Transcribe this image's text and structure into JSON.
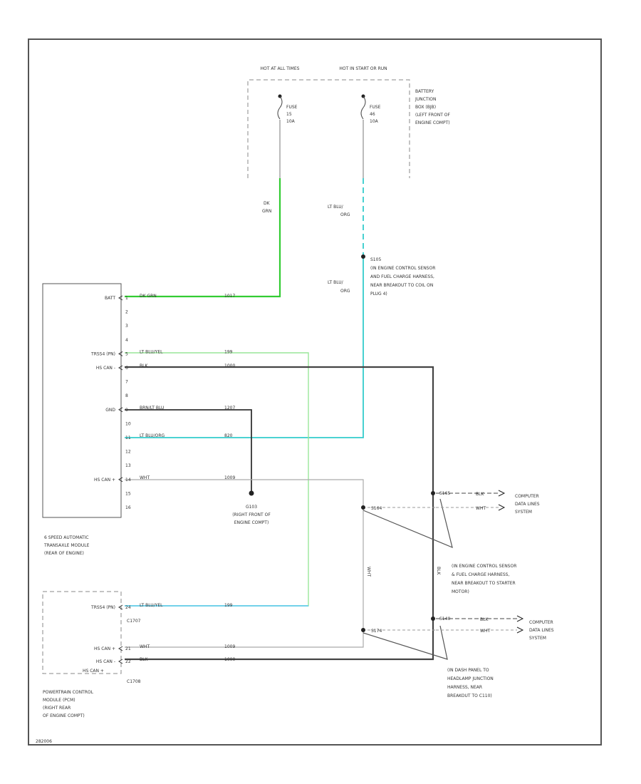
{
  "colors": {
    "frame": "#555555",
    "wire_dark_green_orange": "#33cc33",
    "wire_light_blue_orange": "#33cccc",
    "wire_light_blue_yellow": "#99e699",
    "wire_light_blue_yellow_lower": "#66ccee",
    "wire_black": "#444444",
    "wire_brown_light_blue": "#333333",
    "wire_white": "#aaaaaa",
    "dashed": "#888888"
  },
  "power": {
    "hot_at_all_times": "HOT AT ALL TIMES",
    "hot_in_start_run": "HOT IN START OR RUN",
    "fuse_left": [
      "FUSE",
      "15",
      "10A"
    ],
    "fuse_right": [
      "FUSE",
      "46",
      "10A"
    ],
    "bjb": [
      "BATTERY",
      "JUNCTION",
      "BOX (BJB)",
      "(LEFT FRONT OF",
      "ENGINE COMPT)"
    ]
  },
  "wire_labels": {
    "dg_og": [
      "DK",
      "GRN"
    ],
    "lb_og_upper": [
      "LT BLU/",
      "ORG"
    ],
    "lb_og_lower": [
      "LT BLU/",
      "ORG"
    ],
    "splice_s105": [
      "S105",
      "(IN ENGINE CONTROL SENSOR",
      "AND FUEL CHARGE HARNESS,",
      "NEAR BREAKOUT TO COIL ON",
      "PLUG 4)"
    ]
  },
  "tcm": {
    "pins": [
      {
        "label": "BATT",
        "num": "1",
        "color": "DK GRN",
        "circuit": "1017"
      },
      {
        "label": "",
        "num": "2",
        "color": "",
        "circuit": ""
      },
      {
        "label": "",
        "num": "3",
        "color": "",
        "circuit": ""
      },
      {
        "label": "",
        "num": "4",
        "color": "",
        "circuit": ""
      },
      {
        "label": "TRSS4 (PN)",
        "num": "5",
        "color": "LT BLU/YEL",
        "circuit": "199"
      },
      {
        "label": "HS CAN -",
        "num": "6",
        "color": "BLK",
        "circuit": "1000"
      },
      {
        "label": "",
        "num": "7",
        "color": "",
        "circuit": ""
      },
      {
        "label": "",
        "num": "8",
        "color": "",
        "circuit": ""
      },
      {
        "label": "GND",
        "num": "9",
        "color": "BRN/LT BLU",
        "circuit": "1207"
      },
      {
        "label": "",
        "num": "10",
        "color": "",
        "circuit": ""
      },
      {
        "label": "",
        "num": "11",
        "color": "LT BLU/ORG",
        "circuit": "820"
      },
      {
        "label": "",
        "num": "12",
        "color": "",
        "circuit": ""
      },
      {
        "label": "",
        "num": "13",
        "color": "",
        "circuit": ""
      },
      {
        "label": "HS CAN +",
        "num": "14",
        "color": "WHT",
        "circuit": "1009"
      },
      {
        "label": "",
        "num": "15",
        "color": "",
        "circuit": ""
      },
      {
        "label": "",
        "num": "16",
        "color": "",
        "circuit": ""
      }
    ],
    "name": [
      "6 SPEED AUTOMATIC",
      "TRANSAXLE MODULE",
      "(REAR OF ENGINE)"
    ]
  },
  "ground": {
    "id": "G103",
    "desc": [
      "(RIGHT FRONT OF",
      "ENGINE COMPT)"
    ]
  },
  "pcm": {
    "pins": [
      {
        "label": "TRSS4 (PN)",
        "num": "24",
        "color": "LT BLU/YEL",
        "circuit": "199"
      },
      {
        "label": "HS CAN +",
        "num": "21",
        "color": "WHT",
        "circuit": "1009"
      },
      {
        "label": "HS CAN -",
        "num": "22",
        "color": "BLK",
        "circuit": "1000"
      }
    ],
    "connector_top": "C1707",
    "connector_bottom": "C1708",
    "side_note": "HS CAN +",
    "name": [
      "POWERTRAIN CONTROL",
      "MODULE (PCM)",
      "(RIGHT REAR",
      "OF ENGINE COMPT)"
    ]
  },
  "splices": {
    "s164": "S164",
    "s174": "S174",
    "s165": "S165",
    "s140": "S140",
    "wht_vertical": "WHT",
    "blk_vertical": "BLK"
  },
  "right_side": {
    "upper_blk": "BLK",
    "upper_wht": "WHT",
    "lower_blk": "BLK",
    "lower_wht": "WHT",
    "computer_upper": [
      "COMPUTER",
      "DATA LINES",
      "SYSTEM"
    ],
    "computer_lower": [
      "COMPUTER",
      "DATA LINES",
      "SYSTEM"
    ],
    "harness_upper": [
      "(IN ENGINE CONTROL SENSOR",
      "& FUEL CHARGE HARNESS,",
      "NEAR BREAKOUT TO STARTER",
      "MOTOR)"
    ],
    "harness_lower": [
      "(IN DASH PANEL TO",
      "HEADLAMP JUNCTION",
      "HARNESS, NEAR",
      "BREAKOUT TO C110)"
    ]
  },
  "footer_code": "282006"
}
